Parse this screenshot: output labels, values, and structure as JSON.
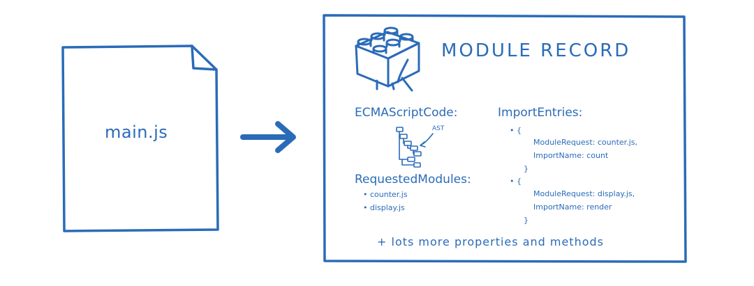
{
  "file": {
    "name": "main.js"
  },
  "record": {
    "title": "MODULE RECORD",
    "ecma_heading": "ECMAScriptCode:",
    "ast_label": "AST",
    "requested_heading": "RequestedModules:",
    "requested_modules": [
      "• counter.js",
      "• display.js"
    ],
    "import_heading": "ImportEntries:",
    "import_entries": [
      {
        "open": "• {",
        "module_request": "ModuleRequest: counter.js,",
        "import_name": "ImportName: count",
        "close": "}"
      },
      {
        "open": "• {",
        "module_request": "ModuleRequest: display.js,",
        "import_name": "ImportName: render",
        "close": "}"
      }
    ],
    "footer": "+ lots more properties and methods"
  },
  "colors": {
    "ink": "#2a6bb8",
    "background": "#ffffff"
  },
  "icons": [
    "file-page-icon",
    "arrow-right-icon",
    "lego-brick-icon",
    "ast-tree-icon"
  ]
}
